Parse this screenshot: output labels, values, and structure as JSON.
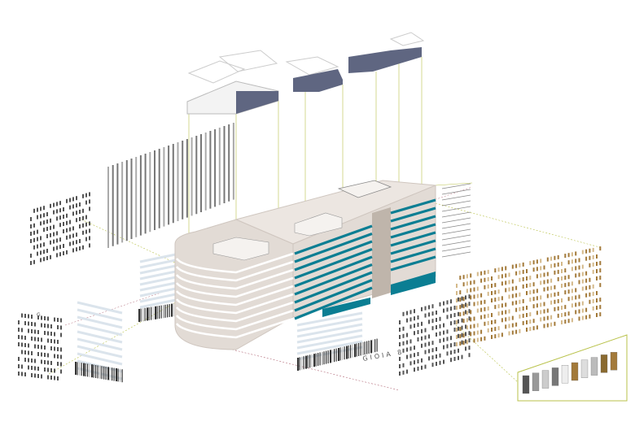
{
  "diagram": {
    "type": "exploded axonometric facade diagram",
    "street_label": "GIOIA 8",
    "facade_tag": "G",
    "colors": {
      "building": "#e2dbd5",
      "building_stroke": "#cfc6bf",
      "accent_teal": "#0b7e93",
      "core": "#bfb5ab",
      "roof_blue": "#5f6681",
      "guide_line": "#b9c24a",
      "guide_line_red": "#b36b7a",
      "mullion_dark": "#555555",
      "cladding_bronze": "#a37a3a",
      "glass": "#dbe4ec"
    }
  }
}
